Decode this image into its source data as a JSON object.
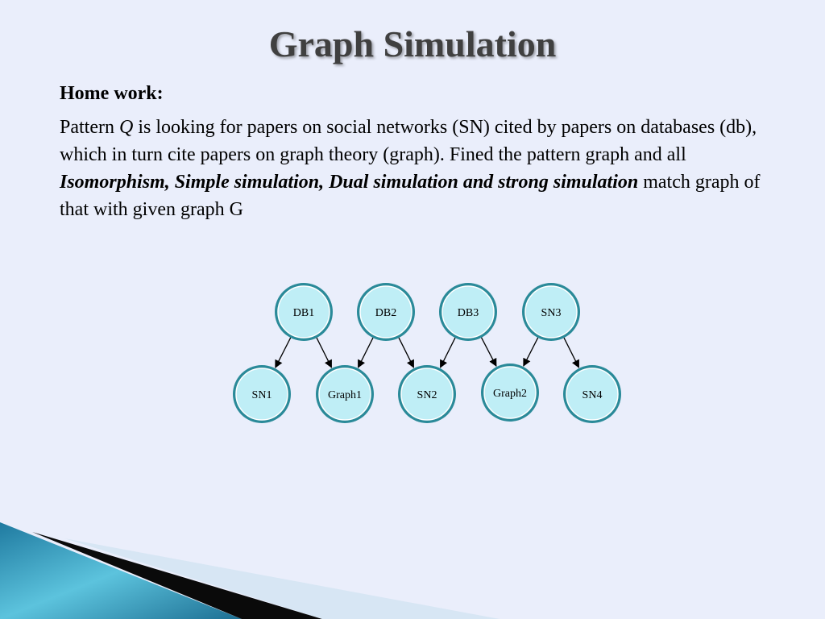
{
  "slide": {
    "title": "Graph Simulation",
    "subhead": "Home work:",
    "paragraph": {
      "p1": "Pattern ",
      "q": "Q",
      "p2": " is looking for papers on social networks (SN) cited by papers on databases (db), which in turn cite papers on graph theory (graph). Fined the pattern graph and all ",
      "bold_italic": "Isomorphism, Simple simulation, Dual simulation and strong simulation",
      "p3": " match graph of that with given graph G"
    }
  },
  "graph": {
    "node_fill": "#bfeef6",
    "node_stroke": "#2a8a99",
    "nodes": [
      {
        "id": "DB1",
        "label": "DB1"
      },
      {
        "id": "DB2",
        "label": "DB2"
      },
      {
        "id": "DB3",
        "label": "DB3"
      },
      {
        "id": "SN3",
        "label": "SN3"
      },
      {
        "id": "SN1",
        "label": "SN1"
      },
      {
        "id": "Graph1",
        "label": "Graph1"
      },
      {
        "id": "SN2",
        "label": "SN2"
      },
      {
        "id": "Graph2",
        "label": "Graph2"
      },
      {
        "id": "SN4",
        "label": "SN4"
      }
    ],
    "edges": [
      {
        "from": "DB1",
        "to": "SN1"
      },
      {
        "from": "DB1",
        "to": "Graph1"
      },
      {
        "from": "DB2",
        "to": "Graph1"
      },
      {
        "from": "DB2",
        "to": "SN2"
      },
      {
        "from": "DB3",
        "to": "SN2"
      },
      {
        "from": "DB3",
        "to": "Graph2"
      },
      {
        "from": "SN3",
        "to": "Graph2"
      },
      {
        "from": "SN3",
        "to": "SN4"
      }
    ]
  }
}
